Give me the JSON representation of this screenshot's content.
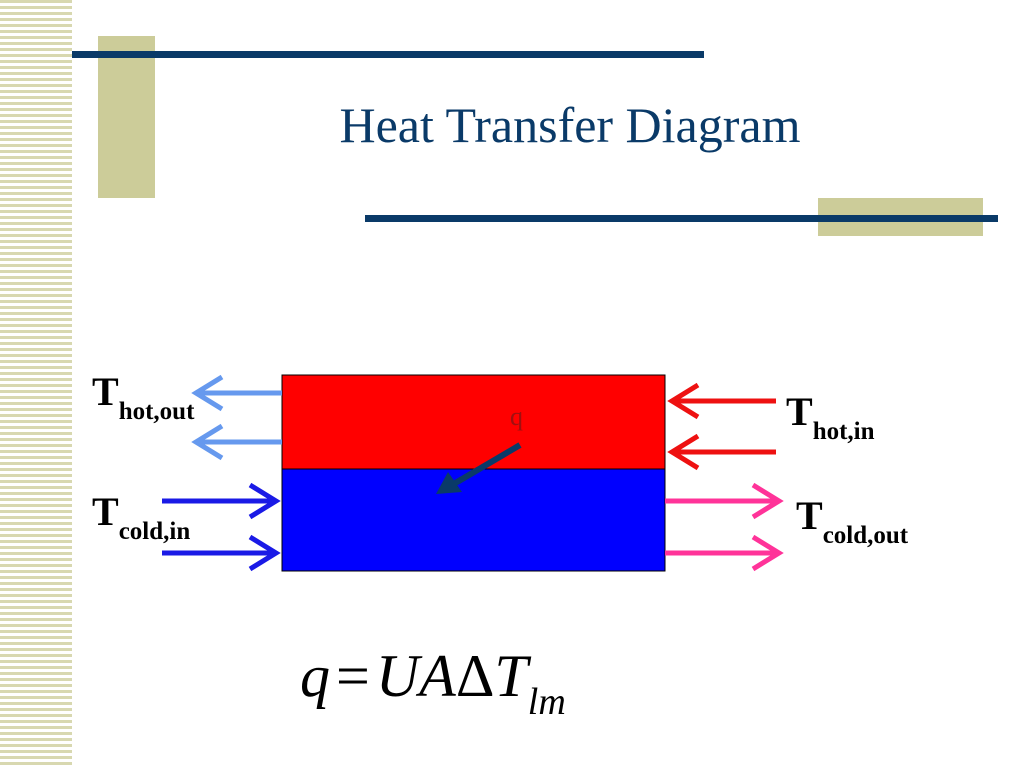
{
  "slide": {
    "title": "Heat Transfer Diagram"
  },
  "labels": {
    "hot_out": {
      "main": "T",
      "sub": "hot,out"
    },
    "hot_in": {
      "main": "T",
      "sub": "hot,in"
    },
    "cold_in": {
      "main": "T",
      "sub": "cold,in"
    },
    "cold_out": {
      "main": "T",
      "sub": "cold,out"
    },
    "q": "q"
  },
  "equation": {
    "q": "q",
    "equals": "=",
    "ua": "UA",
    "delta": "Δ",
    "t": "T",
    "sub": "lm"
  },
  "colors": {
    "hot_fluid": "#ff0000",
    "cold_fluid": "#0000ff",
    "hot_out_arrow": "#6699ee",
    "hot_in_arrow": "#ee1111",
    "cold_in_arrow": "#1a1ae6",
    "cold_out_arrow": "#ff3399",
    "q_arrow": "#0a3a68",
    "title": "#0a3a68",
    "accent_bar": "#0a3a68",
    "accent_block": "#cccc99"
  }
}
